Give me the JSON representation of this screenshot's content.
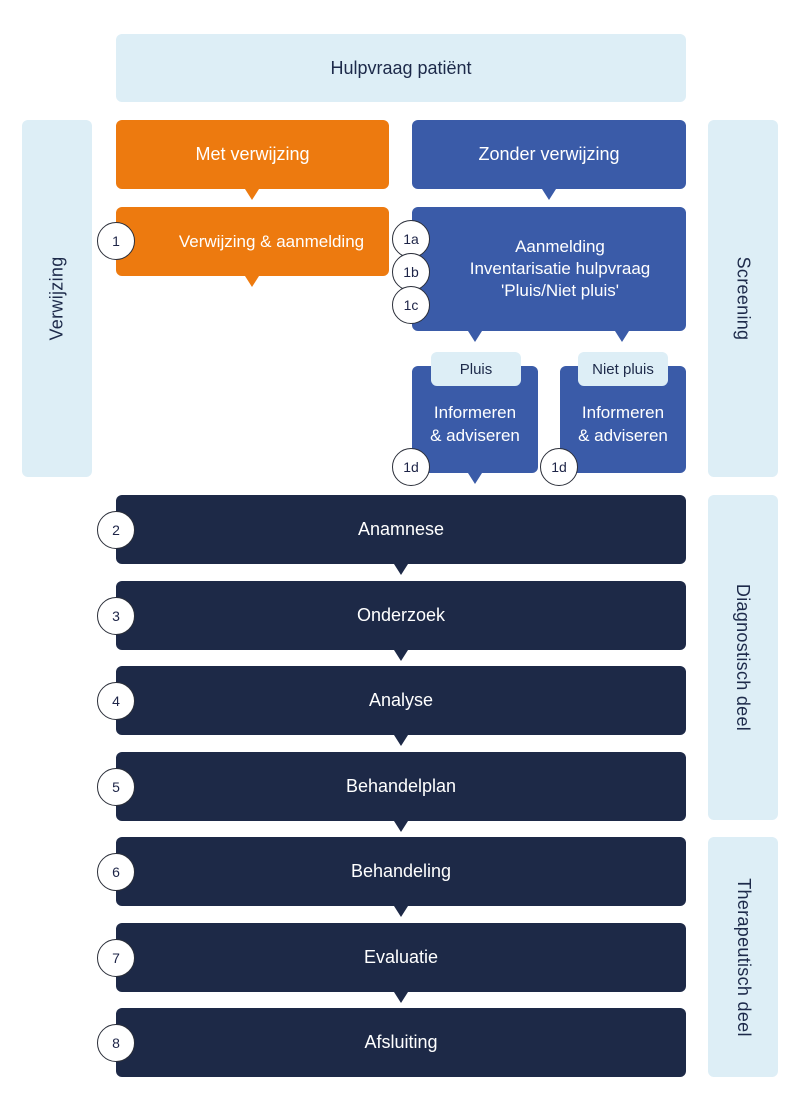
{
  "top": {
    "title": "Hulpvraag patiënt"
  },
  "sides": {
    "verwijzing": "Verwijzing",
    "screening": "Screening",
    "diagnostisch": "Diagnostisch deel",
    "therapeutisch": "Therapeutisch deel"
  },
  "branches": {
    "met": "Met verwijzing",
    "zonder": "Zonder verwijzing"
  },
  "orange_step": {
    "badge": "1",
    "label": "Verwijzing & aanmelding"
  },
  "blue_step": {
    "badges": [
      "1a",
      "1b",
      "1c"
    ],
    "lines": [
      "Aanmelding",
      "Inventarisatie hulpvraag",
      "'Pluis/Niet pluis'"
    ]
  },
  "outcomes": [
    {
      "tag": "Pluis",
      "lines": [
        "Informeren",
        "& adviseren"
      ],
      "badge": "1d"
    },
    {
      "tag": "Niet pluis",
      "lines": [
        "Informeren",
        "& adviseren"
      ],
      "badge": "1d"
    }
  ],
  "steps": [
    {
      "number": "2",
      "label": "Anamnese"
    },
    {
      "number": "3",
      "label": "Onderzoek"
    },
    {
      "number": "4",
      "label": "Analyse"
    },
    {
      "number": "5",
      "label": "Behandelplan"
    },
    {
      "number": "6",
      "label": "Behandeling"
    },
    {
      "number": "7",
      "label": "Evaluatie"
    },
    {
      "number": "8",
      "label": "Afsluiting"
    }
  ],
  "colors": {
    "light": "#ddeef6",
    "orange": "#ed7a0f",
    "blue": "#3a5ba8",
    "navy": "#1d2947"
  }
}
